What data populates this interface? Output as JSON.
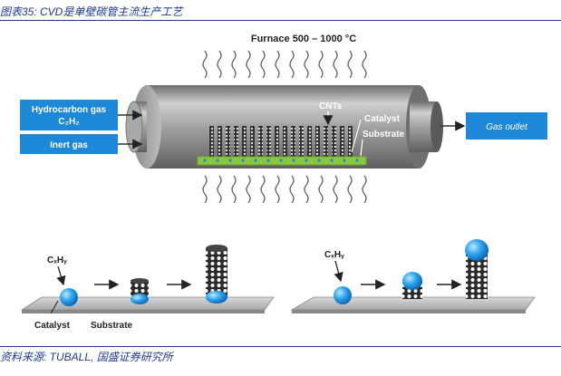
{
  "figure": {
    "caption": "图表35: CVD是单壁碳管主流生产工艺",
    "source": "资料来源: TUBALL, 国盛证券研究所"
  },
  "diagram": {
    "furnace_label": "Furnace 500 – 1000 °C",
    "inputs": [
      "Hydrocarbon gas",
      "C₂H₂",
      "Inert gas"
    ],
    "output": "Gas outlet",
    "labels": {
      "cnts": "CNTs",
      "catalyst": "Catalyst",
      "substrate": "Substrate",
      "chem_left": "CₓHᵧ",
      "chem_right": "CₓHᵧ",
      "bottom_catalyst": "Catalyst",
      "bottom_substrate": "Substrate"
    }
  },
  "colors": {
    "accent_blue": "#1e88d8",
    "tube_gray": "#9a9a9a",
    "substrate_green": "#8cc63f",
    "caption_blue": "#1f3a93"
  }
}
